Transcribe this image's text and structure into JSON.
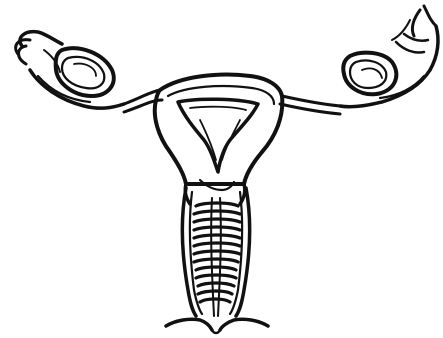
{
  "diagram": {
    "style": "black ink line drawing on white",
    "parts": [
      "left-ovary",
      "left-fallopian-tube",
      "right-ovary",
      "right-fallopian-tube",
      "uterus-fundus",
      "endometrial-cavity",
      "cervix",
      "vaginal-canal"
    ]
  },
  "colors": {
    "ink": "#111111",
    "background": "#ffffff"
  }
}
